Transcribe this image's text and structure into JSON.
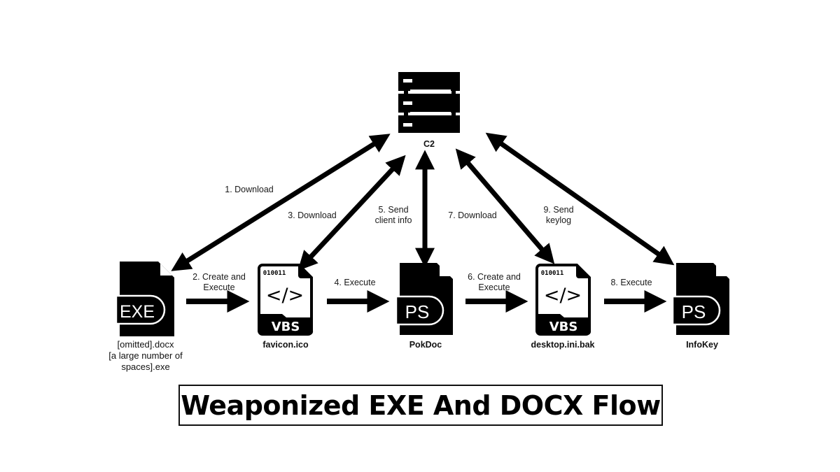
{
  "title": "Weaponized EXE And DOCX Flow",
  "colors": {
    "ink": "#000000",
    "background": "#ffffff"
  },
  "server": {
    "icon": "server-icon",
    "label": "C2"
  },
  "nodes": [
    {
      "id": "exe",
      "icon": "exe-file-icon",
      "badge": "EXE",
      "label_lines": [
        "[omitted].docx",
        "[a large number of",
        "spaces].exe"
      ]
    },
    {
      "id": "vbs1",
      "icon": "vbs-file-icon",
      "binary": "010011",
      "code": "</>",
      "badge": "VBS",
      "label_lines": [
        "favicon.ico"
      ]
    },
    {
      "id": "ps1",
      "icon": "ps-file-icon",
      "badge": "PS",
      "label_lines": [
        "PokDoc"
      ]
    },
    {
      "id": "vbs2",
      "icon": "vbs-file-icon",
      "binary": "010011",
      "code": "</>",
      "badge": "VBS",
      "label_lines": [
        "desktop.ini.bak"
      ]
    },
    {
      "id": "ps2",
      "icon": "ps-file-icon",
      "badge": "PS",
      "label_lines": [
        "InfoKey"
      ]
    }
  ],
  "edges": [
    {
      "step": 1,
      "label_lines": [
        "1. Download"
      ],
      "from": "C2",
      "to": "exe",
      "bidirectional": true
    },
    {
      "step": 2,
      "label_lines": [
        "2. Create and",
        "Execute"
      ],
      "from": "exe",
      "to": "vbs1",
      "bidirectional": false
    },
    {
      "step": 3,
      "label_lines": [
        "3. Download"
      ],
      "from": "C2",
      "to": "vbs1",
      "bidirectional": true
    },
    {
      "step": 4,
      "label_lines": [
        "4. Execute"
      ],
      "from": "vbs1",
      "to": "ps1",
      "bidirectional": false
    },
    {
      "step": 5,
      "label_lines": [
        "5. Send",
        "client info"
      ],
      "from": "ps1",
      "to": "C2",
      "bidirectional": true
    },
    {
      "step": 6,
      "label_lines": [
        "6. Create and",
        "Execute"
      ],
      "from": "ps1",
      "to": "vbs2",
      "bidirectional": false
    },
    {
      "step": 7,
      "label_lines": [
        "7. Download"
      ],
      "from": "C2",
      "to": "vbs2",
      "bidirectional": true
    },
    {
      "step": 8,
      "label_lines": [
        "8. Execute"
      ],
      "from": "vbs2",
      "to": "ps2",
      "bidirectional": false
    },
    {
      "step": 9,
      "label_lines": [
        "9. Send",
        "keylog"
      ],
      "from": "ps2",
      "to": "C2",
      "bidirectional": true
    }
  ]
}
